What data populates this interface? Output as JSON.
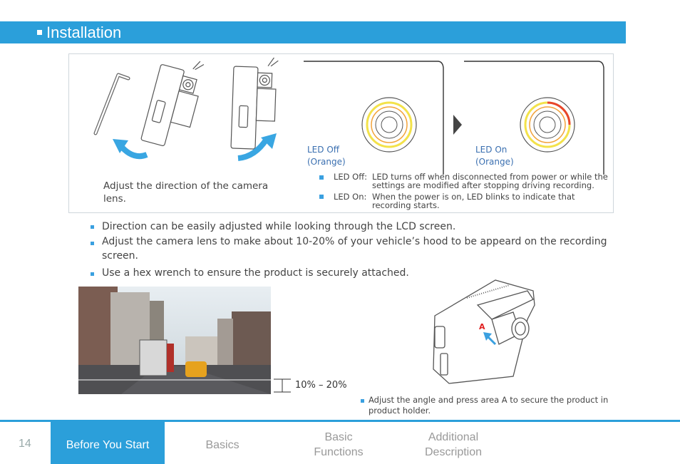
{
  "header": {
    "title": "Installation"
  },
  "panel": {
    "caption": "Adjust the direction of the camera lens.",
    "led_off_label": "LED Off",
    "led_off_color": "(Orange)",
    "led_on_label": "LED On",
    "led_on_color": "(Orange)",
    "legend": [
      {
        "key": "LED Off:",
        "text": "LED turns off when disconnected from power or while the settings are modified after stopping driving recording."
      },
      {
        "key": "LED On:",
        "text": "When the power is on, LED blinks to indicate that recording starts."
      }
    ]
  },
  "bullets": [
    "Direction can be easily adjusted while looking through the LCD screen.",
    "Adjust the camera lens to make about 10-20% of your vehicle’s hood to be appeard on the recording screen.",
    "Use a hex wrench to ensure the product is securely attached."
  ],
  "photo": {
    "range_label": "10%  –  20%"
  },
  "device": {
    "marker": "A",
    "caption": "Adjust the angle and press area A to secure the product in product holder."
  },
  "footer": {
    "page_number": "14",
    "tabs": [
      "Before You Start",
      "Basics",
      "Basic Functions",
      "Additional Description"
    ]
  },
  "colors": {
    "accent": "#2b9fda",
    "led_orange": "#f2a33a",
    "led_yellow": "#f3e24a"
  }
}
